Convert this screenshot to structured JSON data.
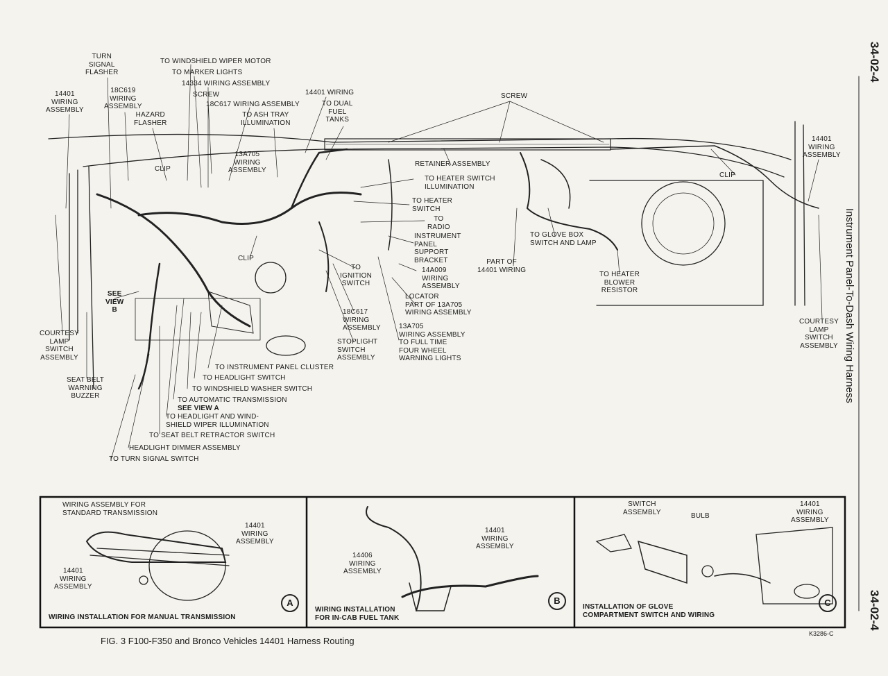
{
  "page_number": "34-02-4",
  "side_title": "Instrument Panel-To-Dash Wiring Harness",
  "figure_caption": "FIG. 3 F100-F350 and Bronco Vehicles 14401 Harness Routing",
  "drawing_code": "K3286-C",
  "main_labels": {
    "turn_signal_flasher": "TURN\nSIGNAL\nFLASHER",
    "wiring_14401_left": "14401\nWIRING\nASSEMBLY",
    "wiring_18c619": "18C619\nWIRING\nASSEMBLY",
    "hazard_flasher": "HAZARD\nFLASHER",
    "wiper_motor": "TO WINDSHIELD WIPER MOTOR",
    "marker_lights": "TO MARKER LIGHTS",
    "wiring_14334": "14334 WIRING ASSEMBLY",
    "screw_left": "SCREW",
    "wiring_18c617_top": "18C617 WIRING ASSEMBLY",
    "ash_tray": "TO ASH TRAY\nILLUMINATION",
    "wiring_14401_top": "14401 WIRING",
    "dual_fuel": "TO DUAL\nFUEL\nTANKS",
    "screw_right": "SCREW",
    "retainer": "RETAINER ASSEMBLY",
    "clip_left": "CLIP",
    "wiring_13a705_upper": "13A705\nWIRING\nASSEMBLY",
    "heater_switch_illum": "TO HEATER SWITCH\nILLUMINATION",
    "heater_switch": "TO HEATER\nSWITCH",
    "radio": "TO\nRADIO",
    "ip_bracket": "INSTRUMENT\nPANEL\nSUPPORT\nBRACKET",
    "wiring_14a009": "14A009\nWIRING\nASSEMBLY",
    "locator": "LOCATOR\nPART OF 13A705\nWIRING ASSEMBLY",
    "part_of_14401": "PART OF\n14401 WIRING",
    "glove_box": "TO GLOVE BOX\nSWITCH AND LAMP",
    "heater_blower": "TO HEATER\nBLOWER\nRESISTOR",
    "clip_right": "CLIP",
    "wiring_14401_right": "14401\nWIRING\nASSEMBLY",
    "courtesy_right": "COURTESY\nLAMP\nSWITCH\nASSEMBLY",
    "clip_center": "CLIP",
    "ignition": "TO\nIGNITION\nSWITCH",
    "wiring_18c617_low": "18C617\nWIRING\nASSEMBLY",
    "wiring_13a705_low": "13A705\nWIRING ASSEMBLY\nTO FULL TIME\nFOUR WHEEL\nWARNING LIGHTS",
    "stoplight": "STOPLIGHT\nSWITCH\nASSEMBLY",
    "see_view_b": "SEE\nVIEW\nB",
    "courtesy_left": "COURTESY\nLAMP\nSWITCH\nASSEMBLY",
    "seat_belt_buzzer": "SEAT BELT\nWARNING\nBUZZER",
    "ip_cluster": "TO INSTRUMENT PANEL CLUSTER",
    "headlight_switch": "TO HEADLIGHT SWITCH",
    "washer_switch": "TO WINDSHIELD WASHER SWITCH",
    "auto_trans": "TO AUTOMATIC TRANSMISSION",
    "see_view_a": "SEE VIEW A",
    "headlight_wiper_illum": "TO HEADLIGHT AND WIND-\nSHIELD WIPER ILLUMINATION",
    "seat_belt_retractor": "TO SEAT BELT RETRACTOR SWITCH",
    "dimmer": "HEADLIGHT DIMMER ASSEMBLY",
    "turn_signal_switch": "TO TURN SIGNAL SWITCH"
  },
  "view_a": {
    "letter": "A",
    "title": "WIRING INSTALLATION FOR MANUAL TRANSMISSION",
    "std_trans": "WIRING ASSEMBLY FOR\nSTANDARD TRANSMISSION",
    "wiring_right": "14401\nWIRING\nASSEMBLY",
    "wiring_left": "14401\nWIRING\nASSEMBLY"
  },
  "view_b": {
    "letter": "B",
    "title": "WIRING INSTALLATION\nFOR IN-CAB FUEL TANK",
    "wiring_14401": "14401\nWIRING\nASSEMBLY",
    "wiring_14406": "14406\nWIRING\nASSEMBLY"
  },
  "view_c": {
    "letter": "C",
    "title": "INSTALLATION OF GLOVE\nCOMPARTMENT SWITCH AND WIRING",
    "switch": "SWITCH\nASSEMBLY",
    "bulb": "BULB",
    "wiring_14401": "14401\nWIRING\nASSEMBLY"
  }
}
